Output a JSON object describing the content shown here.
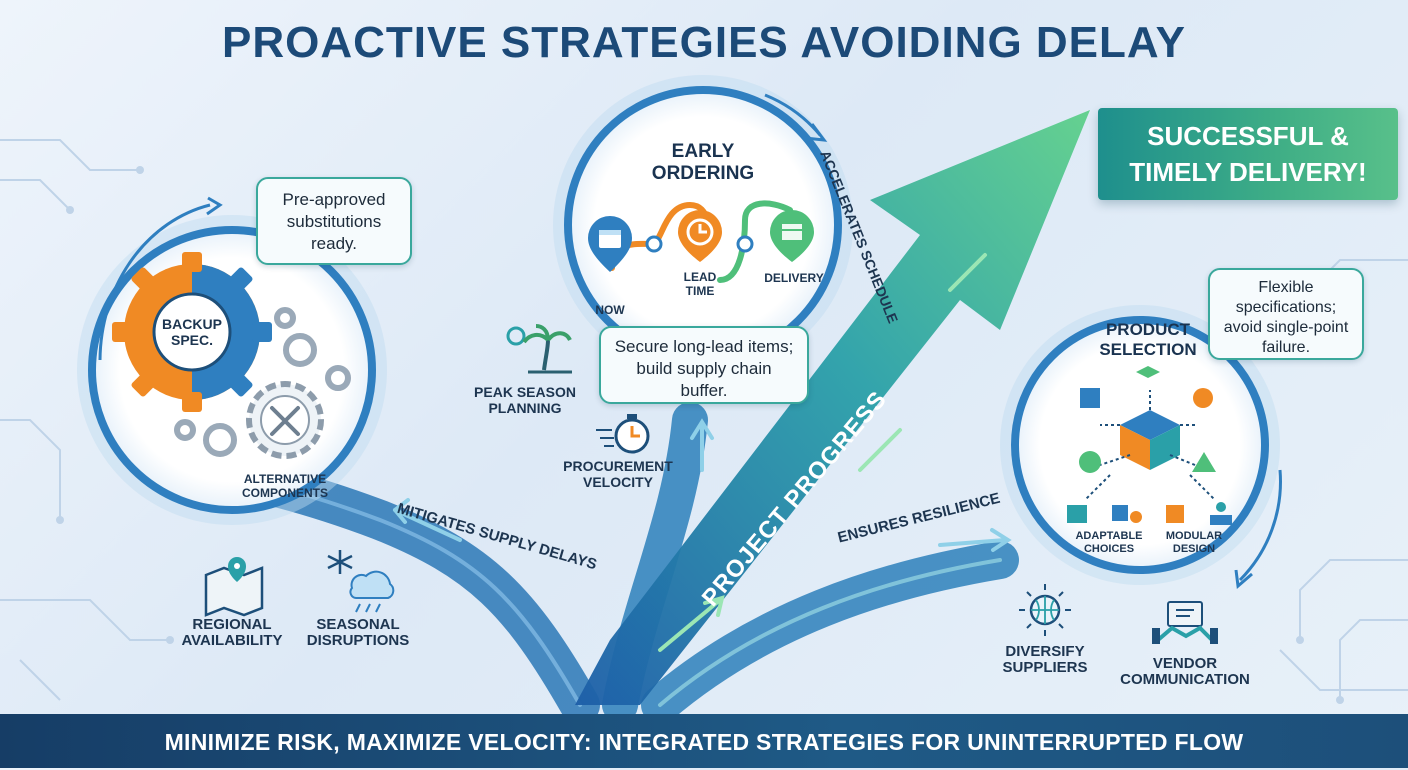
{
  "title": "PROACTIVE STRATEGIES AVOIDING DELAY",
  "banner": {
    "line1": "SUCCESSFUL &",
    "line2": "TIMELY DELIVERY!"
  },
  "footer": "MINIMIZE RISK, MAXIMIZE VELOCITY: INTEGRATED STRATEGIES FOR UNINTERRUPTED FLOW",
  "arrow_label": "PROJECT PROGRESS",
  "path_labels": {
    "left": "MITIGATES SUPPLY DELAYS",
    "top": "ACCELERATES SCHEDULE",
    "right": "ENSURES RESILIENCE"
  },
  "backup": {
    "gear_label_1": "BACKUP",
    "gear_label_2": "SPEC.",
    "bubble_1": "Pre-approved",
    "bubble_2": "substitutions",
    "bubble_3": "ready.",
    "alt_1": "ALTERNATIVE",
    "alt_2": "COMPONENTS"
  },
  "early": {
    "heading_1": "EARLY",
    "heading_2": "ORDERING",
    "now": "NOW",
    "lead_1": "LEAD",
    "lead_2": "TIME",
    "delivery": "DELIVERY",
    "bubble_1": "Secure long-lead items;",
    "bubble_2": "build supply chain",
    "bubble_3": "buffer."
  },
  "product": {
    "heading_1": "PRODUCT",
    "heading_2": "SELECTION",
    "bubble_1": "Flexible",
    "bubble_2": "specifications;",
    "bubble_3": "avoid single-point",
    "bubble_4": "failure.",
    "adapt_1": "ADAPTABLE",
    "adapt_2": "CHOICES",
    "mod_1": "MODULAR",
    "mod_2": "DESIGN"
  },
  "side_items": {
    "peak_1": "PEAK SEASON",
    "peak_2": "PLANNING",
    "proc_1": "PROCUREMENT",
    "proc_2": "VELOCITY",
    "regional_1": "REGIONAL",
    "regional_2": "AVAILABILITY",
    "seasonal_1": "SEASONAL",
    "seasonal_2": "DISRUPTIONS",
    "diversify_1": "DIVERSIFY",
    "diversify_2": "SUPPLIERS",
    "vendor_1": "VENDOR",
    "vendor_2": "COMMUNICATION"
  },
  "colors": {
    "navy": "#1c4a78",
    "teal": "#3aa89c",
    "green": "#4fbf7a",
    "orange": "#f08a24",
    "blue": "#2f7fc0"
  }
}
